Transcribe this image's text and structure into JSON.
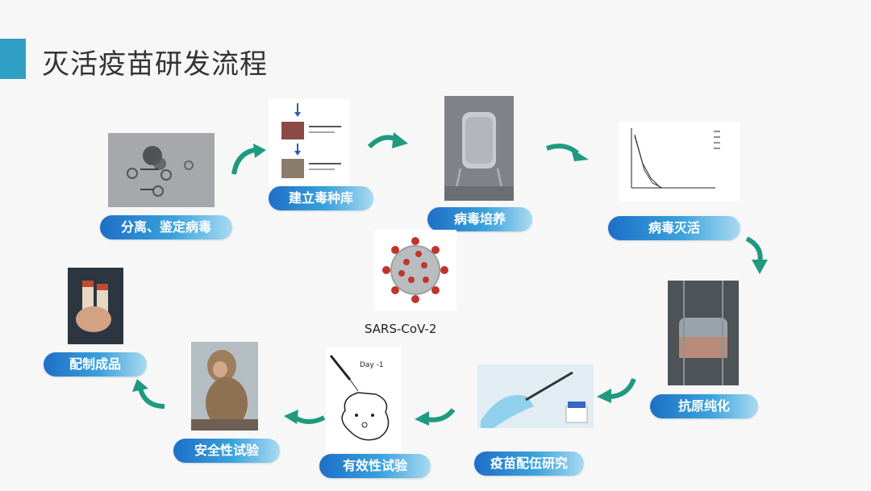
{
  "title": "灭活疫苗研发流程",
  "steps": [
    {
      "label": "分离、鉴定病毒"
    },
    {
      "label": "建立毒种库"
    },
    {
      "label": "病毒培养"
    },
    {
      "label": "病毒灭活"
    },
    {
      "label": "抗原纯化"
    },
    {
      "label": "疫苗配伍研究"
    },
    {
      "label": "有效性试验"
    },
    {
      "label": "安全性试验"
    },
    {
      "label": "配制成品"
    }
  ],
  "virus_caption": "SARS-CoV-2",
  "mouse_image_text": "Day -1",
  "colors": {
    "accent": "#2f9fc4",
    "label_start": "#1d6fc7",
    "label_end": "#a9daf1",
    "arrow": "#1f9a80"
  }
}
